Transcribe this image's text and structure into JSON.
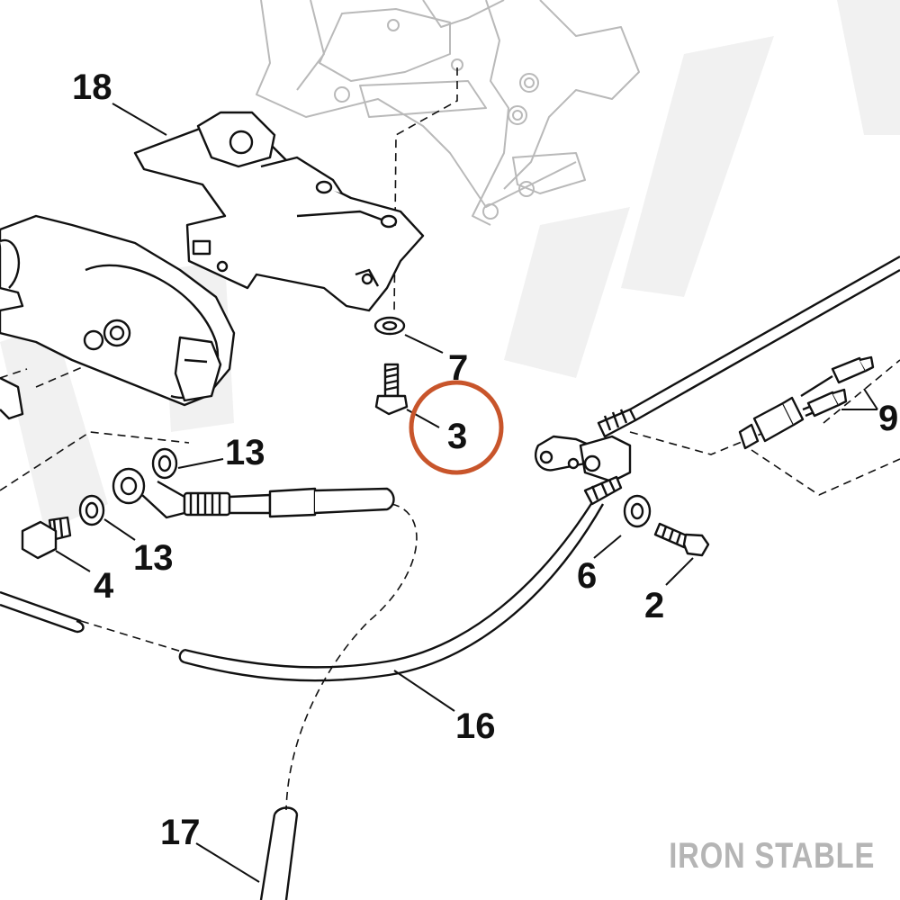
{
  "callouts": {
    "c18": "18",
    "c7": "7",
    "c3": "3",
    "c13a": "13",
    "c13b": "13",
    "c4": "4",
    "c9": "9",
    "c6": "6",
    "c2": "2",
    "c16": "16",
    "c17": "17"
  },
  "highlighted_callout": "3",
  "brand": "IRON STABLE",
  "colors": {
    "ink": "#111111",
    "ghost": "#b9b9b9",
    "watermark": "#f1f1f1",
    "highlight": "#c8552b",
    "brand": "#b5b5b5"
  }
}
